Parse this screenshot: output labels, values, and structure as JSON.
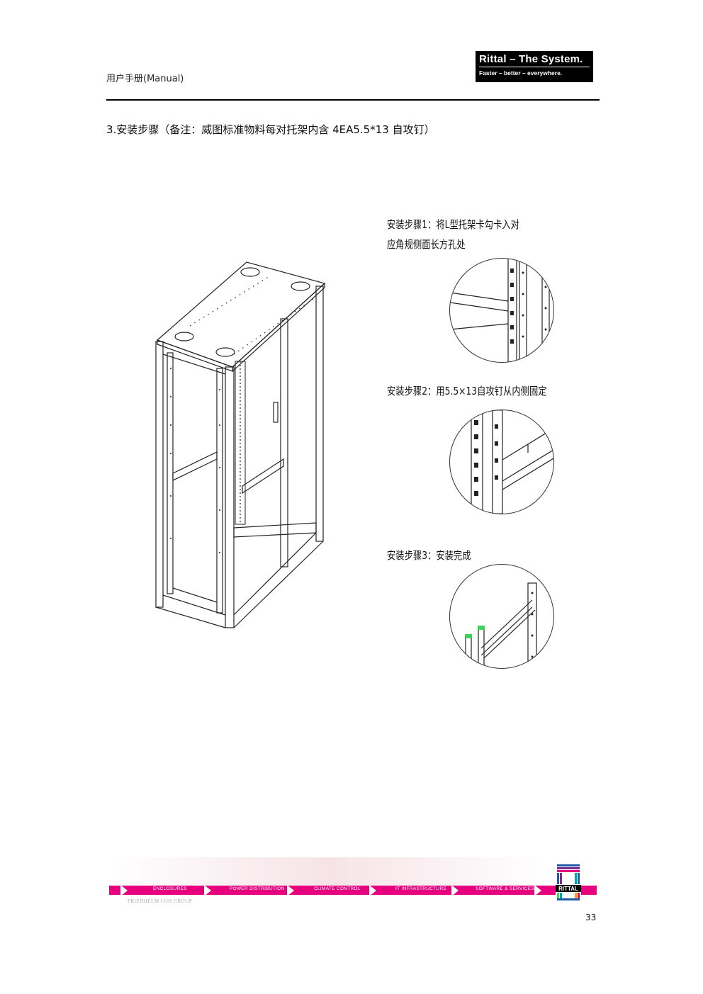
{
  "header": {
    "manual_label": "用户手册(Manual)",
    "brand_line1": "Rittal – The System.",
    "brand_line2": "Faster – better – everywhere."
  },
  "section": {
    "title": "3.安装步骤（备注：威图标准物料每对托架内含 4EA5.5*13 自攻钉）"
  },
  "steps": [
    {
      "line1": "安装步骤1：将L型托架卡勾卡入对",
      "line2": "应角规侧面长方孔处"
    },
    {
      "line1": "安装步骤2：用5.5×13自攻钉从内侧固定"
    },
    {
      "line1": "安装步骤3：安装完成"
    }
  ],
  "footer": {
    "items": [
      "ENCLOSURES",
      "POWER DISTRIBUTION",
      "CLIMATE CONTROL",
      "IT INFRASTRUCTURE",
      "SOFTWARE & SERVICES"
    ],
    "group": "FRIEDHELM LOH GROUP",
    "logo_text": "RITTAL",
    "accent_color": "#e6007e"
  },
  "page_number": "33"
}
